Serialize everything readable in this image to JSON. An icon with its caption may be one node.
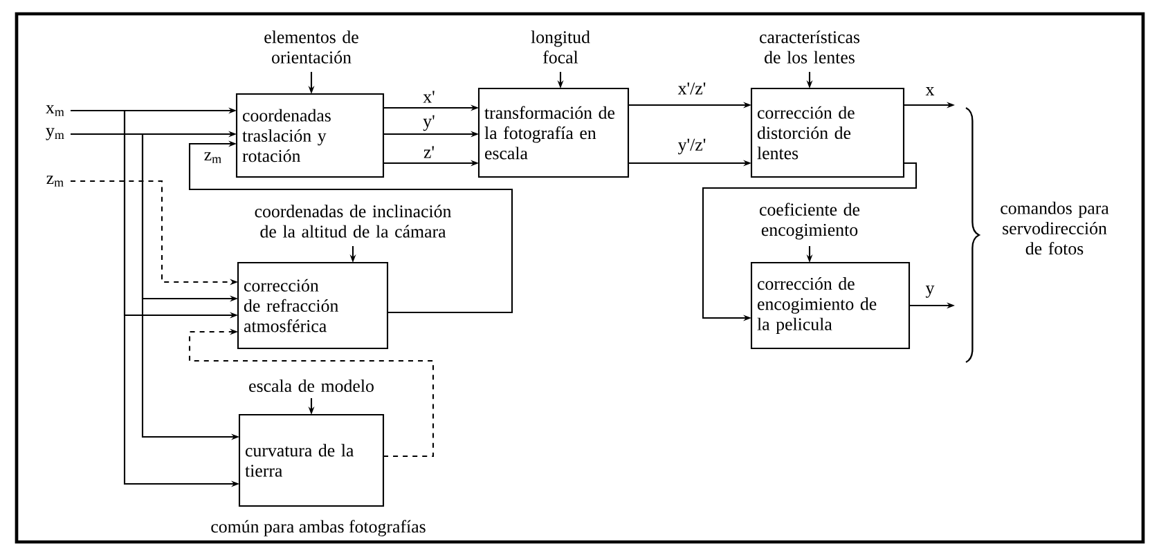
{
  "diagram": {
    "nodes": [
      {
        "text": [
          "elementos de orientación"
        ]
      },
      {
        "text": [
          "coordenadas traslación y rotación"
        ]
      },
      {
        "text": [
          "longitud focal"
        ]
      },
      {
        "text": [
          "transformación de la fotografía en escala"
        ]
      },
      {
        "text": [
          "características de los lentes"
        ]
      },
      {
        "text": [
          "corrección de distorción de lentes"
        ]
      },
      {
        "text": [
          "coordenadas de inclinación de la altitud de la cámara"
        ]
      },
      {
        "text": [
          "corrección de refracción atmosférica"
        ]
      },
      {
        "text": [
          "escala de modelo"
        ]
      },
      {
        "text": [
          "curvatura de la tierra"
        ]
      },
      {
        "text": [
          "coeficiente de encogimiento"
        ]
      },
      {
        "text": [
          "corrección de encogimiento de la pelicula"
        ]
      },
      {
        "text": [
          "comandos para servodirección de fotos"
        ]
      },
      {
        "text": [
          "x$_{m}$"
        ]
      },
      {
        "text": [
          "y$_{m}$"
        ]
      },
      {
        "text": [
          "z$_{m}$"
        ]
      }
    ],
    "edges": [
      {
        "from": 0,
        "to": 1,
        "arrow": "to"
      },
      {
        "from": 2,
        "to": 3,
        "arrow": "to"
      },
      {
        "from": 4,
        "to": 5,
        "arrow": "to"
      },
      {
        "from": 6,
        "to": 7,
        "arrow": "to"
      },
      {
        "from": 8,
        "to": 9,
        "arrow": "to"
      },
      {
        "from": 10,
        "to": 11,
        "arrow": "to"
      },
      {
        "from": 13,
        "to": 1,
        "arrow": "to"
      },
      {
        "from": 14,
        "to": 1,
        "arrow": "to"
      },
      {
        "from": 1,
        "to": 3,
        "arrow": "to",
        "label": "x'"
      },
      {
        "from": 1,
        "to": 3,
        "arrow": "to",
        "label": "y'"
      },
      {
        "from": 1,
        "to": 3,
        "arrow": "to",
        "label": "z'"
      },
      {
        "from": 3,
        "to": 5,
        "arrow": "to",
        "label": "x'/z'"
      },
      {
        "from": 3,
        "to": 5,
        "arrow": "to",
        "label": "y'/z'"
      },
      {
        "from": 5,
        "to": null,
        "arrow": "to",
        "label": "x"
      },
      {
        "from": 11,
        "to": null,
        "arrow": "to",
        "label": "y"
      },
      {
        "from": 7,
        "to": 1,
        "arrow": "to",
        "label": "z$_{m}$"
      },
      {
        "from": 9,
        "to": 7,
        "arrow": "to",
        "style": "dashed"
      },
      {
        "from": 5,
        "to": 11,
        "arrow": "to"
      },
      {
        "from": 13,
        "to": 7,
        "arrow": "to"
      },
      {
        "from": 14,
        "to": 7,
        "arrow": "to"
      },
      {
        "from": 15,
        "to": 7,
        "arrow": "to",
        "style": "dashed"
      },
      {
        "from": 13,
        "to": 9,
        "arrow": "to"
      },
      {
        "from": 14,
        "to": 9,
        "arrow": "to"
      }
    ],
    "labels": [
      "común para ambas fotografías"
    ]
  }
}
